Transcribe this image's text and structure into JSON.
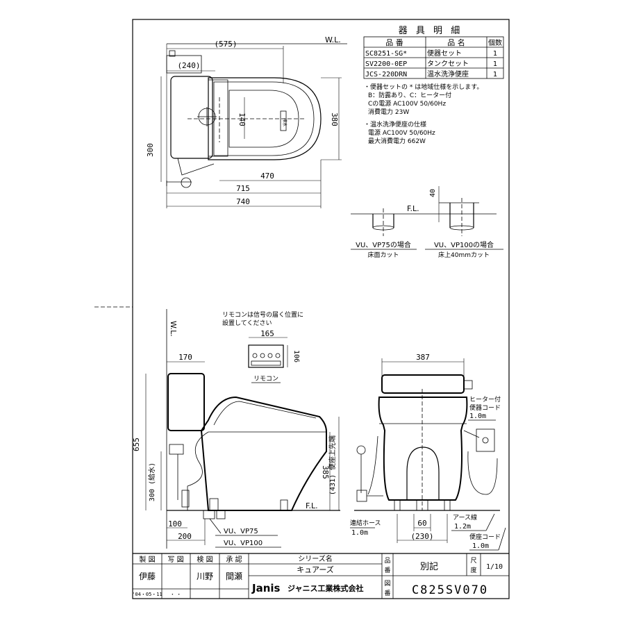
{
  "parts_table": {
    "title": "器 具 明 細",
    "headers": [
      "品 番",
      "品 名",
      "個数"
    ],
    "rows": [
      {
        "code": "SC8251-SG*",
        "name": "便器セット",
        "qty": "1"
      },
      {
        "code": "SV2200-0EP",
        "name": "タンクセット",
        "qty": "1"
      },
      {
        "code": "JCS-220DRN",
        "name": "温水洗浄便座",
        "qty": "1"
      }
    ]
  },
  "notes": {
    "line1": "・便器セットの * は地域仕様を示します。",
    "line2": "B：防露あり、C：ヒーター付",
    "line3": "Cの電源 AC100V 50/60Hz",
    "line4": "消費電力 23W",
    "line5": "・温水洗浄便座の仕様",
    "line6": "電源 AC100V 50/60Hz",
    "line7": "最大消費電力 662W"
  },
  "top_view": {
    "wl": "W.L.",
    "d575": "(575)",
    "d240": "(240)",
    "d140": "140",
    "d380": "380",
    "d300": "300",
    "d470": "470",
    "d715": "715",
    "d740": "740",
    "drain_mark": "排水"
  },
  "floor_detail": {
    "fl": "F.L.",
    "d40": "40",
    "case1_title": "VU、VP75の場合",
    "case1_desc": "床面カット",
    "case2_title": "VU、VP100の場合",
    "case2_desc": "床上40mmカット"
  },
  "side_view": {
    "wl": "W.L.",
    "remote_note1": "リモコンは信号の届く位置に",
    "remote_note2": "設置してください",
    "d165": "165",
    "d106": "106",
    "remote_label": "リモコン",
    "d170": "170",
    "d655": "655",
    "d300w": "300 (給水)",
    "d385": "385",
    "d431": "(431) 便座上先端",
    "fl": "F.L.",
    "d100": "100",
    "d200": "200",
    "pipe1": "VU、VP75",
    "pipe2": "VU、VP100"
  },
  "front_view": {
    "d387": "387",
    "heater_cord1": "ヒーター付",
    "heater_cord2": "便器コード",
    "heater_cord3": "1.0m",
    "hose1": "連結ホース",
    "hose2": "1.0m",
    "d60": "60",
    "d230": "(230)",
    "earth1": "アース線",
    "earth2": "1.2m",
    "seat_cord1": "便座コード",
    "seat_cord2": "1.0m"
  },
  "title_block": {
    "h_made": "製 図",
    "h_copy": "写 図",
    "h_check": "検 図",
    "h_approve": "承 認",
    "made_by": "伊藤",
    "checked_by": "川野",
    "approved_by": "間瀬",
    "date": "'04・05・11",
    "blank1": "・ ・",
    "series_label": "シリーズ名",
    "series_name": "キュアーズ",
    "part_label_1": "品",
    "part_label_2": "番",
    "part_value": "別記",
    "scale_label_1": "尺",
    "scale_label_2": "度",
    "scale_value": "1/10",
    "company_brand": "Janis",
    "company_name": "ジャニス工業株式会社",
    "drawing_label_1": "図",
    "drawing_label_2": "番",
    "drawing_no": "C825SV070"
  }
}
